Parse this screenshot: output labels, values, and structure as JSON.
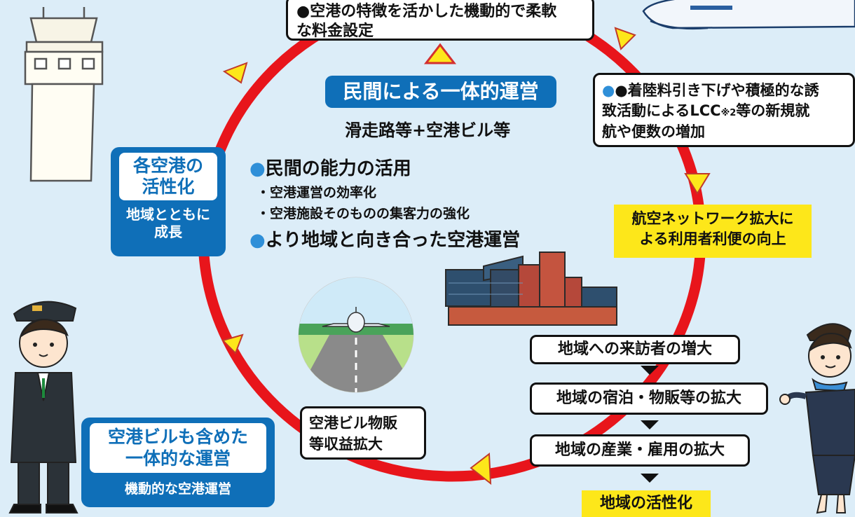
{
  "top_box": "●空港の特徴を活かした機動的で柔軟\nな料金設定",
  "center": {
    "title": "民間による一体的運営",
    "subtitle": "滑走路等+空港ビル等",
    "b1": "民間の能力の活用",
    "s1": "・空港運営の効率化",
    "s2": "・空港施設そのものの集客力の強化",
    "b2": "より地域と向き合った空港運営"
  },
  "left_box": {
    "title_l1": "各空港の",
    "title_l2": "活性化",
    "sub_l1": "地域とともに",
    "sub_l2": "成長"
  },
  "right_box": {
    "l1": "●着陸料引き下げや積極的な誘",
    "l2_a": "致活動によるLCC",
    "l2_note": "※2",
    "l2_b": "等の新規就",
    "l3": "航や便数の増加"
  },
  "network": {
    "l1": "航空ネットワーク拡大に",
    "l2": "よる利用者利便の向上"
  },
  "flow": [
    "地域への来訪者の増大",
    "地域の宿泊・物販等の拡大",
    "地域の産業・雇用の拡大"
  ],
  "final": "地域の活性化",
  "shop_box": {
    "l1": "空港ビル物販",
    "l2": "等収益拡大"
  },
  "bottom_left": {
    "title_l1": "空港ビルも含めた",
    "title_l2": "一体的な運営",
    "sub": "機動的な空港運営"
  },
  "colors": {
    "ring": "#e8151b",
    "accent_blue": "#0f6fb8",
    "highlight": "#fde71a",
    "background": "#dcedf8"
  }
}
